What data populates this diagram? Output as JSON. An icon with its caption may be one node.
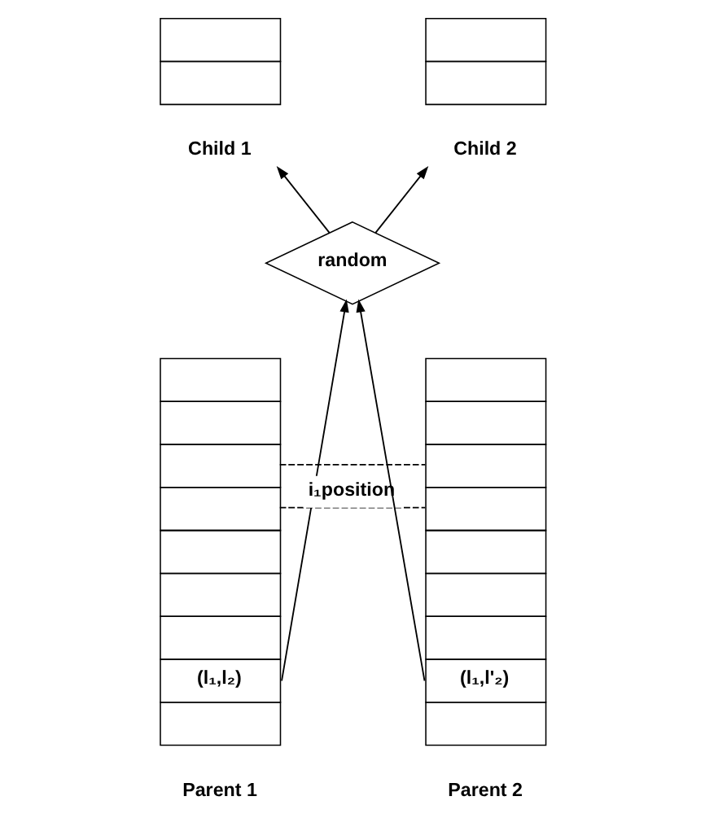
{
  "diagram": {
    "nodes": [
      {
        "text": [
          "Child 1"
        ]
      },
      {
        "text": [
          "Child 2"
        ]
      },
      {
        "text": [
          "random"
        ]
      },
      {
        "text": [
          "(l₁,l₂)",
          "Parent 1"
        ]
      },
      {
        "text": [
          "(l₁,l'₂)",
          "Parent 2"
        ]
      }
    ],
    "edges": [
      {
        "from": 3,
        "to": 2,
        "arrow": "to"
      },
      {
        "from": 4,
        "to": 2,
        "arrow": "to"
      },
      {
        "from": 2,
        "to": 0,
        "arrow": "to"
      },
      {
        "from": 2,
        "to": 1,
        "arrow": "to"
      },
      {
        "from": 3,
        "to": 4,
        "arrow": "none",
        "style": "dashed",
        "label": "i₁position"
      },
      {
        "from": 3,
        "to": 4,
        "arrow": "none",
        "style": "dashed"
      }
    ]
  }
}
